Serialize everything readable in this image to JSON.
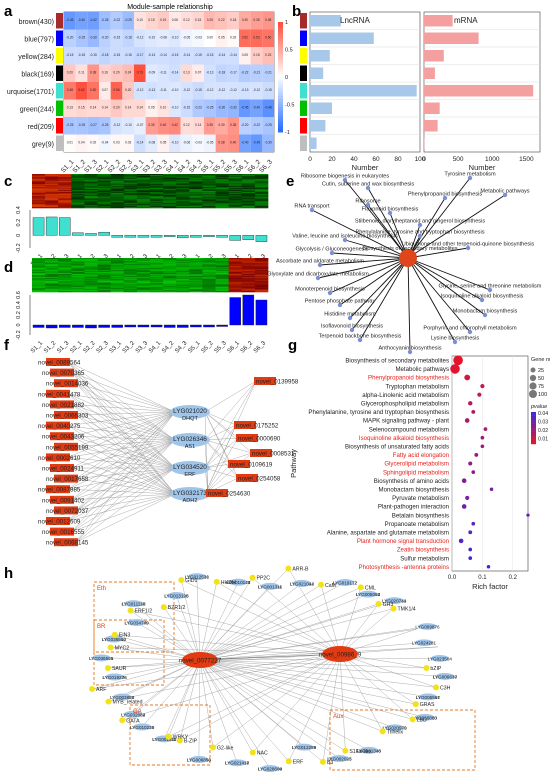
{
  "panels": {
    "a": {
      "letter": "a",
      "title": "Module-sample relationship",
      "modules": [
        {
          "label": "brown(430)",
          "color": "#a52a2a"
        },
        {
          "label": "blue(797)",
          "color": "#0000ff"
        },
        {
          "label": "yellow(284)",
          "color": "#ffff00"
        },
        {
          "label": "black(169)",
          "color": "#000000"
        },
        {
          "label": "urquoise(1701)",
          "color": "#40e0d0"
        },
        {
          "label": "green(244)",
          "color": "#00c000"
        },
        {
          "label": "red(209)",
          "color": "#ff0000"
        },
        {
          "label": "grey(9)",
          "color": "#bebebe"
        }
      ],
      "samples": [
        "S1_1",
        "S1_2",
        "S1_3",
        "S2_1",
        "S2_2",
        "S2_3",
        "S3_1",
        "S3_2",
        "S3_3",
        "S4_1",
        "S4_2",
        "S4_3",
        "S5_1",
        "S5_2",
        "S5_3",
        "S6_1",
        "S6_2",
        "S6_3"
      ],
      "matrix": [
        [
          -0.45,
          -0.4,
          -0.42,
          -0.28,
          -0.22,
          -0.29,
          0.1,
          0.15,
          0.19,
          0.08,
          0.12,
          0.15,
          0.25,
          0.22,
          0.18,
          0.3,
          0.35,
          0.38
        ],
        [
          -0.2,
          -0.25,
          -0.3,
          -0.2,
          -0.15,
          -0.18,
          -0.12,
          -0.1,
          -0.08,
          -0.1,
          -0.05,
          -0.03,
          0.0,
          0.05,
          0.02,
          0.52,
          0.53,
          0.5
        ],
        [
          -0.15,
          -0.15,
          -0.15,
          -0.18,
          -0.15,
          -0.15,
          -0.17,
          -0.14,
          -0.14,
          -0.15,
          -0.14,
          -0.15,
          -0.15,
          -0.14,
          -0.14,
          0.05,
          0.18,
          0.23
        ],
        [
          0.2,
          0.11,
          0.38,
          0.16,
          0.2,
          0.24,
          0.73,
          -0.09,
          -0.11,
          -0.14,
          0.13,
          0.07,
          -0.13,
          -0.18,
          -0.17,
          -0.22,
          -0.21,
          -0.21
        ],
        [
          0.48,
          0.62,
          0.5,
          0.07,
          0.56,
          0.2,
          -0.12,
          -0.13,
          -0.11,
          -0.1,
          -0.12,
          -0.15,
          -0.12,
          -0.12,
          -0.12,
          -0.13,
          -0.12,
          -0.15
        ],
        [
          0.13,
          0.15,
          0.14,
          0.14,
          0.2,
          0.14,
          0.14,
          0.05,
          0.1,
          -0.1,
          -0.15,
          -0.23,
          -0.25,
          -0.3,
          -0.32,
          -0.45,
          -0.4,
          -0.48
        ],
        [
          -0.25,
          -0.25,
          -0.27,
          -0.25,
          -0.12,
          -0.1,
          -0.07,
          0.35,
          0.4,
          0.42,
          0.12,
          0.14,
          0.35,
          0.3,
          0.38,
          -0.2,
          -0.22,
          -0.25
        ],
        [
          0.01,
          0.04,
          0.02,
          -0.04,
          0.03,
          0.03,
          -0.14,
          -0.08,
          0.05,
          -0.1,
          -0.06,
          -0.03,
          -0.05,
          0.38,
          0.4,
          -0.4,
          -0.45,
          -0.3
        ]
      ],
      "colorbar_ticks": [
        "1",
        "0.5",
        "0",
        "-0.5",
        "-1"
      ]
    },
    "b": {
      "letter": "b",
      "lnc_label": "LncRNA",
      "mrna_label": "mRNA",
      "xlabel": "Number",
      "lnc_ticks": [
        "0",
        "20",
        "40",
        "60",
        "80",
        "100"
      ],
      "mrna_ticks": [
        "0",
        "500",
        "1000",
        "1500"
      ],
      "lnc_values": [
        28,
        58,
        18,
        12,
        97,
        20,
        14,
        6
      ],
      "mrna_values": [
        420,
        800,
        290,
        160,
        1600,
        230,
        200,
        6
      ]
    },
    "c": {
      "letter": "c",
      "ticks": [
        "0.4",
        "0.2",
        "0",
        "-0.2"
      ],
      "bar_values": [
        0.28,
        0.29,
        0.28,
        0.04,
        0.03,
        0.05,
        -0.03,
        -0.03,
        -0.03,
        -0.03,
        -0.02,
        -0.04,
        -0.03,
        -0.02,
        -0.03,
        -0.08,
        -0.07,
        -0.1
      ],
      "bar_color": "#40e0d0"
    },
    "d": {
      "letter": "d",
      "ticks": [
        "0.6",
        "0.4",
        "0.2",
        "0",
        "-0.2"
      ],
      "bar_values": [
        -0.05,
        -0.06,
        -0.05,
        -0.05,
        -0.06,
        -0.05,
        -0.05,
        -0.04,
        -0.04,
        -0.04,
        -0.05,
        -0.05,
        -0.04,
        -0.04,
        -0.03,
        0.55,
        0.6,
        0.5
      ],
      "bar_color": "#0000ff"
    },
    "e": {
      "letter": "e",
      "hub": "Biosynthesis of secondary metabolites",
      "nodes": [
        "Ribosome biogenesis in eukaryotes",
        "Cutin, suberine and wax biosynthesis",
        "Tyrosine metabolism",
        "Metabolic pathways",
        "Ribosome",
        "Phenylpropanoid biosynthesis",
        "RNA transport",
        "Flavonoid biosynthesis",
        "Stilbenoid, diarylheptanoid and gingerol biosynthesis",
        "Phenylalanine, tyrosine and tryptophan biosynthesis",
        "Valine, leucine and isoleucine biosynthesis",
        "Ubiquinone and other terpenoid-quinone biosynthesis",
        "Glycolysis / Gluconeogenesis",
        "Ascorbate and aldarate metabolism",
        "Glyoxylate and dicarboxylate metabolism",
        "Glycine, serine and threonine metabolism",
        "Isoquinoline alkaloid biosynthesis",
        "Monoterpenoid biosynthesis",
        "Pentose phosphate pathway",
        "Monobactam biosynthesis",
        "Histidine metabolism",
        "Isoflavonoid biosynthesis",
        "Porphyrin and chlorophyll metabolism",
        "Terpenoid backbone biosynthesis",
        "Lysine biosynthesis",
        "Anthocyanin biosynthesis"
      ]
    },
    "f": {
      "letter": "f",
      "left_nodes": [
        "novel_0089564",
        "novel_0070365",
        "novel_0014036",
        "novel_0041478",
        "novel_0021882",
        "novel_0066303",
        "novel_0040275",
        "novel_0043206",
        "novel_0055199",
        "novel_0002610",
        "novel_0024911",
        "novel_0017658",
        "novel_0087885",
        "novel_0091402",
        "novel_0072037",
        "novel_0012609",
        "novel_0016555",
        "novel_0068145"
      ],
      "hubs": [
        {
          "id": "LYG021020",
          "sub": "DHQT"
        },
        {
          "id": "LYG026346",
          "sub": "AS1"
        },
        {
          "id": "LYG034520",
          "sub": "ERF"
        },
        {
          "id": "LYG032173",
          "sub": "ADH2"
        }
      ],
      "right_nodes": [
        "novel_0139958",
        "novel_0175252",
        "novel_0000690",
        "novel_0008531",
        "novel_0109619",
        "novel_0254058",
        "novel_0254630"
      ]
    },
    "g": {
      "letter": "g",
      "ylabel": "Pathway",
      "xlabel": "Rich factor",
      "xticks": [
        "0.0",
        "0.1",
        "0.2"
      ],
      "xlim": [
        0,
        0.25
      ],
      "legend_size_title": "Gene number",
      "legend_sizes": [
        25,
        50,
        75,
        100
      ],
      "legend_color_title": "pvalue",
      "legend_colors": [
        "0.04",
        "0.03",
        "0.02",
        "0.01"
      ],
      "rows": [
        {
          "name": "Biosynthesis of secondary metabolites",
          "rich": 0.02,
          "count": 100,
          "p": 0.001,
          "hl": false
        },
        {
          "name": "Metabolic pathways",
          "rich": 0.01,
          "count": 100,
          "p": 0.002,
          "hl": false
        },
        {
          "name": "Phenylpropanoid biosynthesis",
          "rich": 0.05,
          "count": 25,
          "p": 0.005,
          "hl": true
        },
        {
          "name": "Tryptophan metabolism",
          "rich": 0.1,
          "count": 8,
          "p": 0.008,
          "hl": false
        },
        {
          "name": "alpha-Linolenic acid metabolism",
          "rich": 0.09,
          "count": 8,
          "p": 0.01,
          "hl": false
        },
        {
          "name": "Glycerophospholipid metabolism",
          "rich": 0.06,
          "count": 10,
          "p": 0.012,
          "hl": false
        },
        {
          "name": "Phenylalanine, tyrosine and tryptophan biosynthesis",
          "rich": 0.07,
          "count": 6,
          "p": 0.014,
          "hl": false
        },
        {
          "name": "MAPK signaling pathway - plant",
          "rich": 0.05,
          "count": 12,
          "p": 0.015,
          "hl": false
        },
        {
          "name": "Selenocompound metabolism",
          "rich": 0.11,
          "count": 5,
          "p": 0.017,
          "hl": false
        },
        {
          "name": "Isoquinoline alkaloid biosynthesis",
          "rich": 0.1,
          "count": 5,
          "p": 0.018,
          "hl": true
        },
        {
          "name": "Biosynthesis of unsaturated fatty acids",
          "rich": 0.1,
          "count": 5,
          "p": 0.02,
          "hl": false
        },
        {
          "name": "Fatty acid elongation",
          "rich": 0.08,
          "count": 6,
          "p": 0.022,
          "hl": true
        },
        {
          "name": "Glycerolipid metabolism",
          "rich": 0.06,
          "count": 7,
          "p": 0.024,
          "hl": true
        },
        {
          "name": "Sphingolipid metabolism",
          "rich": 0.07,
          "count": 5,
          "p": 0.025,
          "hl": true
        },
        {
          "name": "Biosynthesis of amino acids",
          "rich": 0.04,
          "count": 12,
          "p": 0.027,
          "hl": false
        },
        {
          "name": "Monobactam biosynthesis",
          "rich": 0.13,
          "count": 4,
          "p": 0.029,
          "hl": false
        },
        {
          "name": "Pyruvate metabolism",
          "rich": 0.05,
          "count": 8,
          "p": 0.03,
          "hl": false
        },
        {
          "name": "Plant-pathogen interaction",
          "rich": 0.04,
          "count": 12,
          "p": 0.032,
          "hl": false
        },
        {
          "name": "Betalain biosynthesis",
          "rich": 0.25,
          "count": 3,
          "p": 0.034,
          "hl": false
        },
        {
          "name": "Propanoate metabolism",
          "rich": 0.07,
          "count": 5,
          "p": 0.036,
          "hl": false
        },
        {
          "name": "Alanine, aspartate and glutamate metabolism",
          "rich": 0.06,
          "count": 6,
          "p": 0.038,
          "hl": false
        },
        {
          "name": "Plant hormone signal transduction",
          "rich": 0.03,
          "count": 12,
          "p": 0.04,
          "hl": true
        },
        {
          "name": "Zeatin biosynthesis",
          "rich": 0.06,
          "count": 5,
          "p": 0.041,
          "hl": true
        },
        {
          "name": "Sulfur metabolism",
          "rich": 0.06,
          "count": 5,
          "p": 0.043,
          "hl": false
        },
        {
          "name": "Photosynthesis -antenna proteins",
          "rich": 0.12,
          "count": 4,
          "p": 0.045,
          "hl": true
        }
      ]
    },
    "h": {
      "letter": "h",
      "hub_left": "novel_0077227",
      "hub_right": "novel_00986_9",
      "group_labels": [
        "Eth",
        "BR",
        "GA",
        "Aux"
      ],
      "tf_labels": [
        "bZIP",
        "C3H",
        "GRAS",
        "LBD",
        "Trihelix",
        "S1Fa-like",
        "B3",
        "ERF",
        "NAC",
        "G2-like",
        "B-ZIP",
        "WRKY",
        "GATA",
        "MYB_related",
        "ARF",
        "SAUR",
        "MYC2",
        "EIN3",
        "ERF1/2",
        "BZR1/2",
        "GID1",
        "HHDH",
        "PP2C",
        "ARR-B",
        "CaM",
        "CML",
        "GH3",
        "TMK1/4"
      ],
      "left_genes": [
        "LYG021580",
        "LYG015817",
        "LYG001620",
        "LYG026346",
        "LYG025008",
        "LYG018243",
        "LYG002675",
        "LYG017009",
        "LYG032137",
        "LYG036346",
        "LYG036438",
        "LYG028265",
        "LYG011272",
        "LYG014783",
        "LYG035186",
        "LYG018741",
        "LYG033210",
        "LYG025970",
        "LYG010758",
        "LYG005698",
        "LYG006030",
        "LYG025474",
        "LYG013846",
        "LYG014754",
        "LYG023617",
        "LYG031804",
        "LYG003351",
        "LYG009876"
      ],
      "right_genes": [
        "LYG024281",
        "LYG023504",
        "LYG006637",
        "LYG005594",
        "LYG036883",
        "LYG020979",
        "LYG001348",
        "LYG002025",
        "LYG012259",
        "LYG028664",
        "LYG021418",
        "LYG006850",
        "LYG001311",
        "LYG010230",
        "LYG032084",
        "LYG003856",
        "LYG019276",
        "LYG036505",
        "LYG036592",
        "LYG034749",
        "LYG011118",
        "LYG013125",
        "LYG012531",
        "LYG010140",
        "LYG001311",
        "LYG021042",
        "LYG019172",
        "LYG005062",
        "LYG020744"
      ]
    }
  }
}
